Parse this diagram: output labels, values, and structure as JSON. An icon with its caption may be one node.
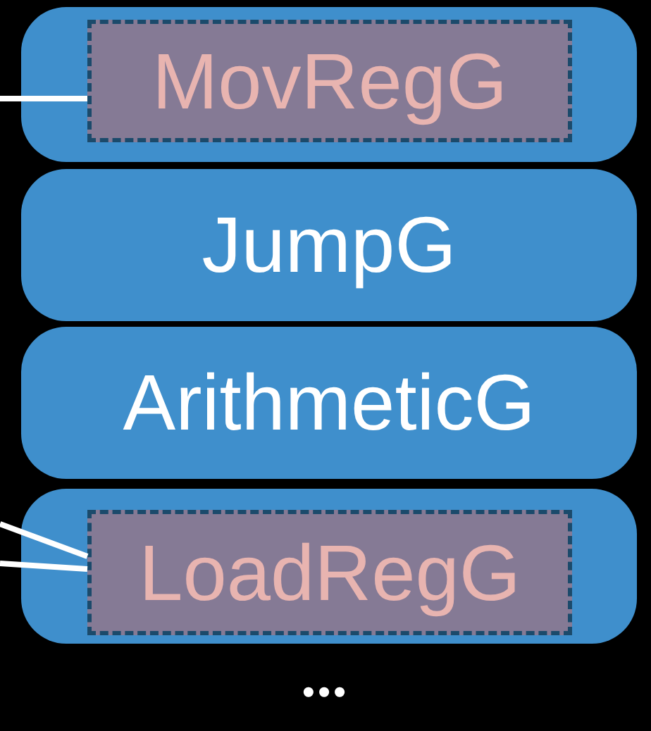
{
  "diagram": {
    "nodes": [
      {
        "text": [],
        "shape": "box"
      },
      {
        "text": [
          "MovRegG"
        ],
        "in": 0
      },
      {
        "text": [
          "JumpG"
        ]
      },
      {
        "text": [
          "ArithmeticG"
        ]
      },
      {
        "text": [],
        "shape": "box"
      },
      {
        "text": [
          "LoadRegG"
        ],
        "in": 4
      }
    ],
    "edges": [
      {
        "from": null,
        "to": 1,
        "arrow": "none"
      },
      {
        "from": null,
        "to": 5,
        "arrow": "none"
      },
      {
        "from": null,
        "to": 5,
        "arrow": "none"
      }
    ],
    "labels": [
      "•••"
    ]
  }
}
